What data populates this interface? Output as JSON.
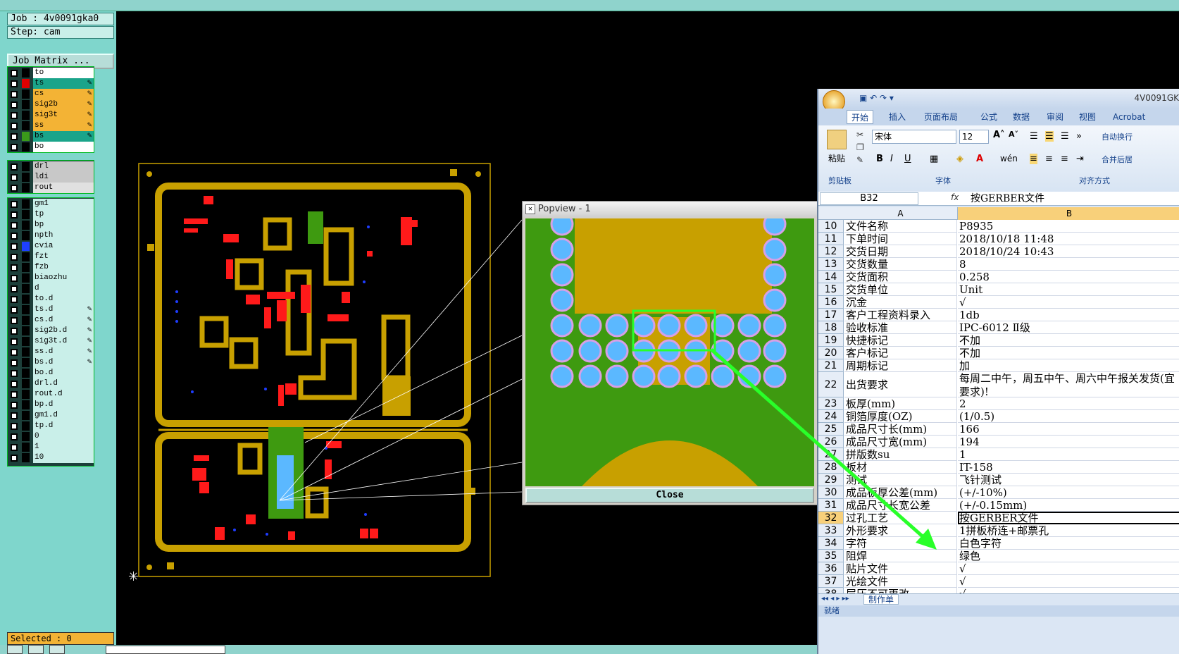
{
  "job_info": {
    "job": "Job : 4v0091gka0",
    "step": "Step: cam",
    "job_matrix": "Job Matrix ..."
  },
  "layers_group1": [
    {
      "name": "to",
      "color": "#ffffff",
      "swatch": "#000000",
      "editable": false
    },
    {
      "name": "ts",
      "color": "#1aa48a",
      "swatch": "#e00000",
      "editable": true
    },
    {
      "name": "cs",
      "color": "#f3b335",
      "swatch": "#000000",
      "editable": true
    },
    {
      "name": "sig2b",
      "color": "#f3b335",
      "swatch": "#000000",
      "editable": true
    },
    {
      "name": "sig3t",
      "color": "#f3b335",
      "swatch": "#000000",
      "editable": true
    },
    {
      "name": "ss",
      "color": "#f3b335",
      "swatch": "#000000",
      "editable": true
    },
    {
      "name": "bs",
      "color": "#1aa48a",
      "swatch": "#3a9a1a",
      "editable": true
    },
    {
      "name": "bo",
      "color": "#ffffff",
      "swatch": "#000000",
      "editable": false
    }
  ],
  "layers_group2": [
    {
      "name": "drl",
      "color": "#c8c8c8",
      "swatch": "#000000"
    },
    {
      "name": "ldi",
      "color": "#c8c8c8",
      "swatch": "#000000"
    },
    {
      "name": "rout",
      "color": "#e0e0e0",
      "swatch": "#000000"
    }
  ],
  "layers_group3": [
    {
      "name": "gm1",
      "swatch": "#000000",
      "editable": false
    },
    {
      "name": "tp",
      "swatch": "#000000",
      "editable": false
    },
    {
      "name": "bp",
      "swatch": "#000000",
      "editable": false
    },
    {
      "name": "npth",
      "swatch": "#000000",
      "editable": false
    },
    {
      "name": "cvia",
      "swatch": "#1e40ff",
      "editable": false
    },
    {
      "name": "fzt",
      "swatch": "#000000",
      "editable": false
    },
    {
      "name": "fzb",
      "swatch": "#000000",
      "editable": false
    },
    {
      "name": "biaozhu",
      "swatch": "#000000",
      "editable": false
    },
    {
      "name": "d",
      "swatch": "#000000",
      "editable": false
    },
    {
      "name": "to.d",
      "swatch": "#000000",
      "editable": false
    },
    {
      "name": "ts.d",
      "swatch": "#000000",
      "editable": true
    },
    {
      "name": "cs.d",
      "swatch": "#000000",
      "editable": true
    },
    {
      "name": "sig2b.d",
      "swatch": "#000000",
      "editable": true
    },
    {
      "name": "sig3t.d",
      "swatch": "#000000",
      "editable": true
    },
    {
      "name": "ss.d",
      "swatch": "#000000",
      "editable": true
    },
    {
      "name": "bs.d",
      "swatch": "#000000",
      "editable": true
    },
    {
      "name": "bo.d",
      "swatch": "#000000",
      "editable": false
    },
    {
      "name": "drl.d",
      "swatch": "#000000",
      "editable": false
    },
    {
      "name": "rout.d",
      "swatch": "#000000",
      "editable": false
    },
    {
      "name": "bp.d",
      "swatch": "#000000",
      "editable": false
    },
    {
      "name": "gm1.d",
      "swatch": "#000000",
      "editable": false
    },
    {
      "name": "tp.d",
      "swatch": "#000000",
      "editable": false
    },
    {
      "name": "0",
      "swatch": "#000000",
      "editable": false
    },
    {
      "name": "1",
      "swatch": "#000000",
      "editable": false
    },
    {
      "name": "10",
      "swatch": "#000000",
      "editable": false
    }
  ],
  "status": {
    "selected": "Selected : 0"
  },
  "popview": {
    "title": "Popview - 1",
    "close_label": "Close"
  },
  "colors": {
    "board": "#c8a000",
    "panel": "#7fd6cc",
    "trace": "#d9b400",
    "pad_red": "#ff1a1a",
    "via_blue": "#1e3cff",
    "green": "#3e9a10",
    "pv_pad": "#5bb8ff",
    "pv_ring": "#d6a0e6",
    "arrow": "#29ff29"
  },
  "excel": {
    "title": "4V0091GK",
    "tabs": [
      "开始",
      "插入",
      "页面布局",
      "公式",
      "数据",
      "审阅",
      "视图",
      "Acrobat"
    ],
    "ribbon": {
      "paste": "粘贴",
      "font_name": "宋体",
      "font_size": "12",
      "wrap": "自动换行",
      "merge": "合并后居",
      "group_clipboard": "剪贴板",
      "group_font": "字体",
      "group_align": "对齐方式"
    },
    "name_box": "B32",
    "formula": "按GERBER文件",
    "col_a": "A",
    "col_b": "B",
    "sheet_tab": "制作单",
    "status": "就绪",
    "rows": [
      {
        "n": "10",
        "a": "文件名称",
        "b": "P8935"
      },
      {
        "n": "11",
        "a": "下单时间",
        "b": "2018/10/18 11:48"
      },
      {
        "n": "12",
        "a": "交货日期",
        "b": "2018/10/24 10:43"
      },
      {
        "n": "13",
        "a": "交货数量",
        "b": "8"
      },
      {
        "n": "14",
        "a": "交货面积",
        "b": "0.258"
      },
      {
        "n": "15",
        "a": "交货单位",
        "b": "Unit"
      },
      {
        "n": "16",
        "a": "沉金",
        "b": "√"
      },
      {
        "n": "17",
        "a": "客户工程资料录入",
        "b": "1db"
      },
      {
        "n": "18",
        "a": "验收标准",
        "b": "IPC-6012 Ⅱ级"
      },
      {
        "n": "19",
        "a": "快捷标记",
        "b": "不加"
      },
      {
        "n": "20",
        "a": "客户标记",
        "b": "不加"
      },
      {
        "n": "21",
        "a": "周期标记",
        "b": "加"
      },
      {
        "n": "22",
        "a": "出货要求",
        "b": "每周二中午，周五中午、周六中午报关发货(宜",
        "b2": "要求)!"
      },
      {
        "n": "23",
        "a": "板厚(mm)",
        "b": "2"
      },
      {
        "n": "24",
        "a": "铜箔厚度(OZ)",
        "b": "(1/0.5)"
      },
      {
        "n": "25",
        "a": "成品尺寸长(mm)",
        "b": "166"
      },
      {
        "n": "26",
        "a": "成品尺寸宽(mm)",
        "b": "194"
      },
      {
        "n": "27",
        "a": "拼版数su",
        "b": "1"
      },
      {
        "n": "28",
        "a": "板材",
        "b": "IT-158"
      },
      {
        "n": "29",
        "a": "测试",
        "b": "飞针测试"
      },
      {
        "n": "30",
        "a": "成品板厚公差(mm)",
        "b": "(+/-10%)"
      },
      {
        "n": "31",
        "a": "成品尺寸长宽公差",
        "b": "(+/-0.15mm)"
      },
      {
        "n": "32",
        "a": "过孔工艺",
        "b": "按GERBER文件"
      },
      {
        "n": "33",
        "a": "外形要求",
        "b": "1拼板桥连+邮票孔"
      },
      {
        "n": "34",
        "a": "字符",
        "b": "白色字符"
      },
      {
        "n": "35",
        "a": "阻焊",
        "b": "绿色"
      },
      {
        "n": "36",
        "a": "贴片文件",
        "b": "√"
      },
      {
        "n": "37",
        "a": "光绘文件",
        "b": "√"
      },
      {
        "n": "38",
        "a": "层压不可更改",
        "b": "√"
      }
    ]
  }
}
